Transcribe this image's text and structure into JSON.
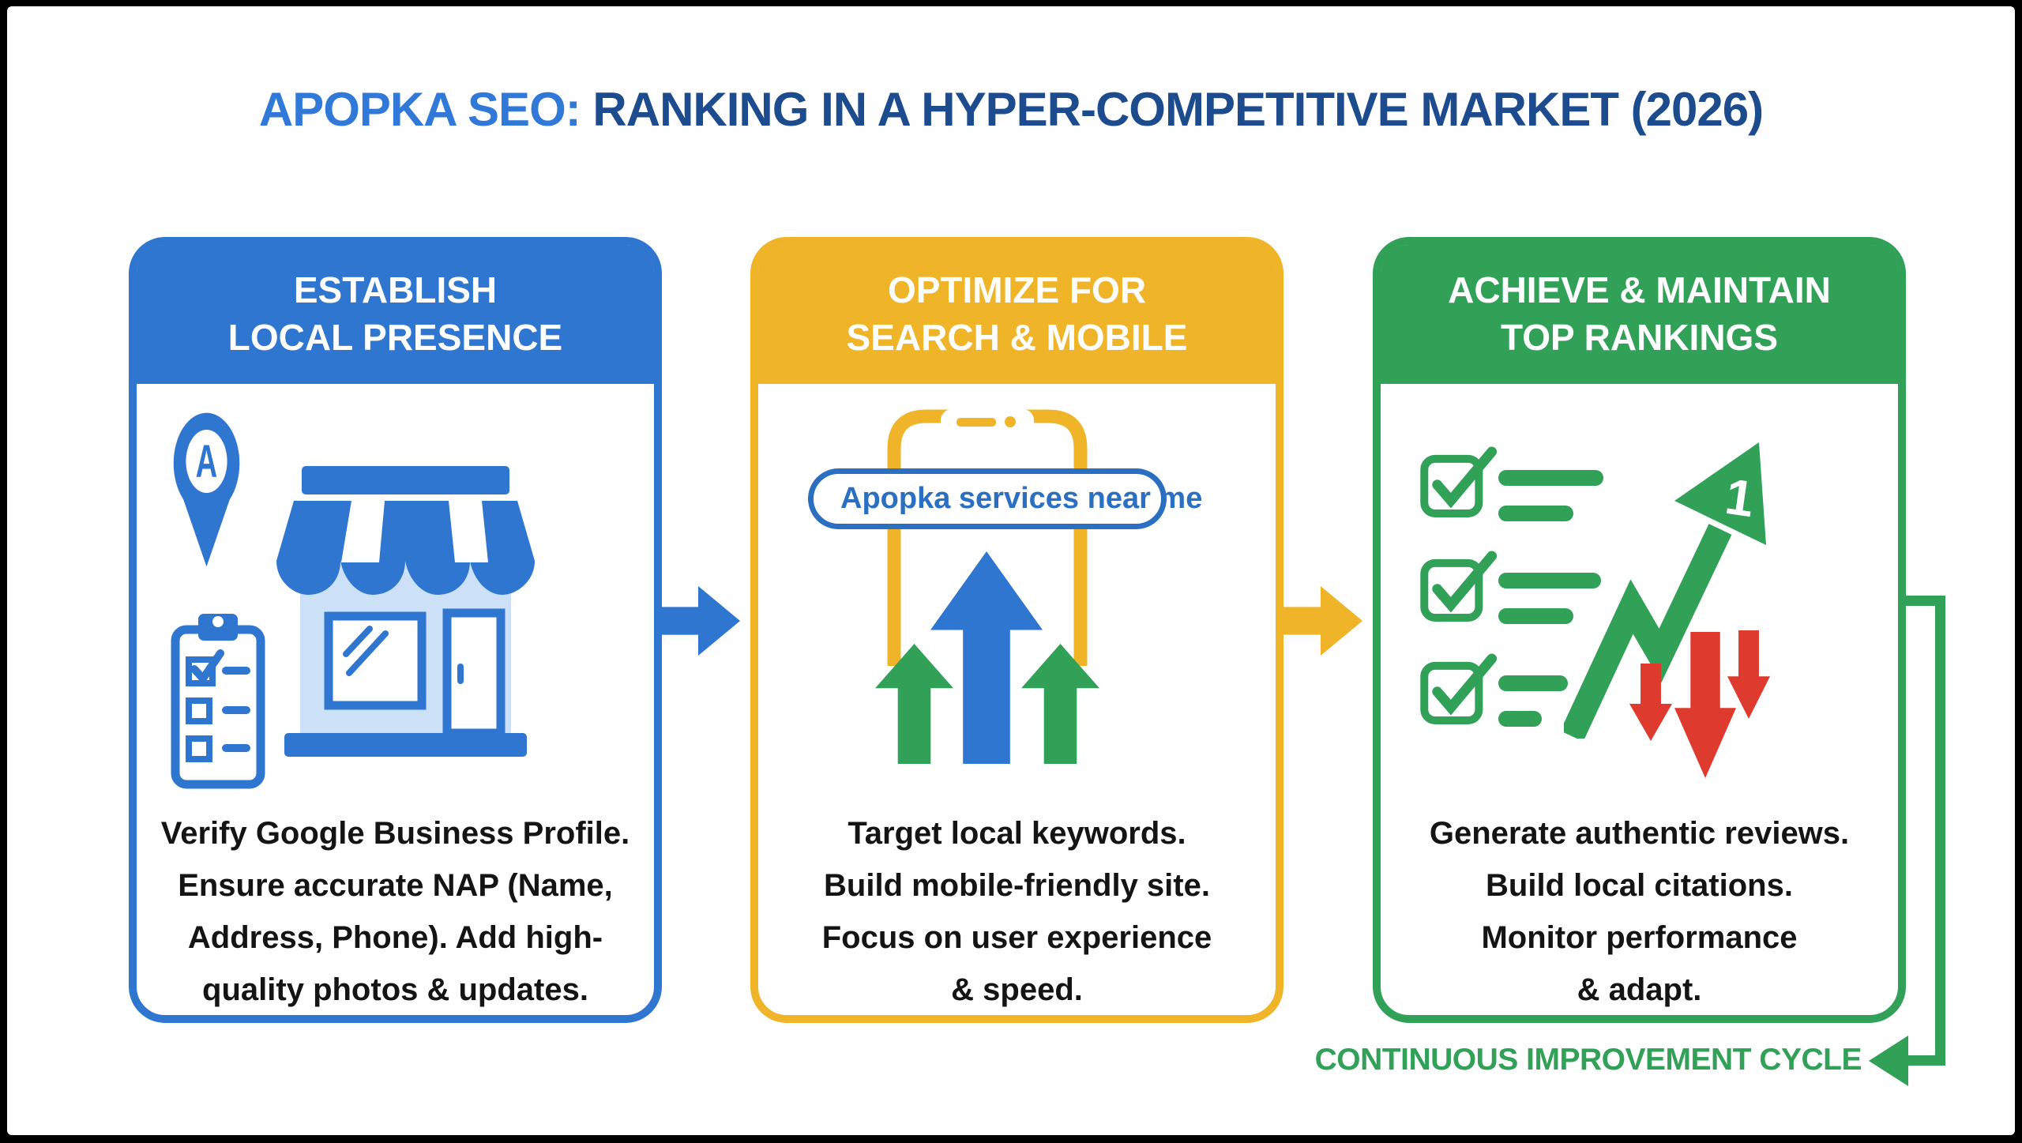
{
  "title": {
    "highlight": "APOPKA SEO:",
    "rest": " RANKING IN A HYPER-COMPETITIVE MARKET (2026)"
  },
  "cards": [
    {
      "id": "establish-local-presence",
      "title": "ESTABLISH\nLOCAL PRESENCE",
      "body": "Verify Google Business Profile.\nEnsure accurate NAP (Name,\nAddress, Phone). Add high-\nquality photos & updates.",
      "accent": "#2E76D0",
      "icons": [
        "location-pin-icon",
        "storefront-icon",
        "checklist-clipboard-icon"
      ],
      "pin_letter": "A"
    },
    {
      "id": "optimize-for-search-mobile",
      "title": "OPTIMIZE FOR\nSEARCH & MOBILE",
      "body": "Target local keywords.\nBuild mobile-friendly site.\nFocus on user experience\n& speed.",
      "accent": "#F0B429",
      "icons": [
        "smartphone-icon",
        "search-icon",
        "up-arrow-icon",
        "up-arrow-icon",
        "up-arrow-icon"
      ],
      "search_query": "Apopka services near me"
    },
    {
      "id": "achieve-maintain-top-rankings",
      "title": "ACHIEVE & MAINTAIN\nTOP RANKINGS",
      "body": "Generate authentic reviews.\nBuild local citations.\nMonitor performance\n& adapt.",
      "accent": "#31A158",
      "icons": [
        "checkbox-checked-icon",
        "checkbox-checked-icon",
        "checkbox-checked-icon",
        "rank-up-zigzag-arrow-icon",
        "down-arrow-icon",
        "down-arrow-icon",
        "down-arrow-icon"
      ],
      "rank_number": "1"
    }
  ],
  "flow_arrows": [
    {
      "from": "establish-local-presence",
      "to": "optimize-for-search-mobile",
      "color": "#2E76D0"
    },
    {
      "from": "optimize-for-search-mobile",
      "to": "achieve-maintain-top-rankings",
      "color": "#F0B429"
    }
  ],
  "cycle_label": "CONTINUOUS IMPROVEMENT CYCLE",
  "colors": {
    "blue": "#2E76D0",
    "yellow": "#F0B429",
    "green": "#31A158",
    "red": "#DE3A2D",
    "navy": "#1C4B8E",
    "titleblue": "#3079D9",
    "storefill": "#CCE1F8",
    "searchblue": "#2B6FC2",
    "text": "#141414",
    "frame": "#000000",
    "background": "#FEFEFE"
  }
}
